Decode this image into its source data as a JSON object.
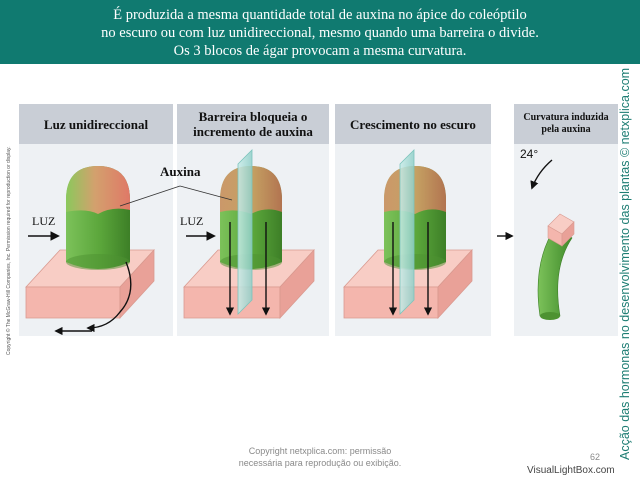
{
  "header": {
    "lines": [
      "É produzida a mesma quantidade total de auxina no ápice do coleóptilo",
      "no escuro ou com luz unidireccional, mesmo quando uma barreira o divide.",
      "Os 3 blocos de ágar provocam a mesma curvatura."
    ]
  },
  "panels": [
    {
      "title": "Luz unidireccional"
    },
    {
      "title": "Barreira bloqueia o incremento de auxina"
    },
    {
      "title": "Crescimento no escuro"
    },
    {
      "title": "Curvatura induzida pela auxina"
    }
  ],
  "labels": {
    "auxina": "Auxina",
    "luz_1": "LUZ",
    "luz_2": "LUZ",
    "angle": "24°"
  },
  "side_text": "Acção das hormonas no desenvolvimento das plantas © netxplica.com",
  "copyright_vertical": "Copyright © The McGraw-Hill Companies, Inc. Permission required for reproduction or display.",
  "footer": {
    "line1": "Copyright netxplica.com: permissão",
    "line2": "necessária para reprodução ou exibição.",
    "page": "62",
    "watermark": "VisualLightBox.com"
  },
  "colors": {
    "banner": "#107a70",
    "coleoptile_green": "#5fae3f",
    "auxin_red": "#e8786a",
    "agar_pink": "#f4b6ad",
    "barrier": "#9fd8d2"
  }
}
